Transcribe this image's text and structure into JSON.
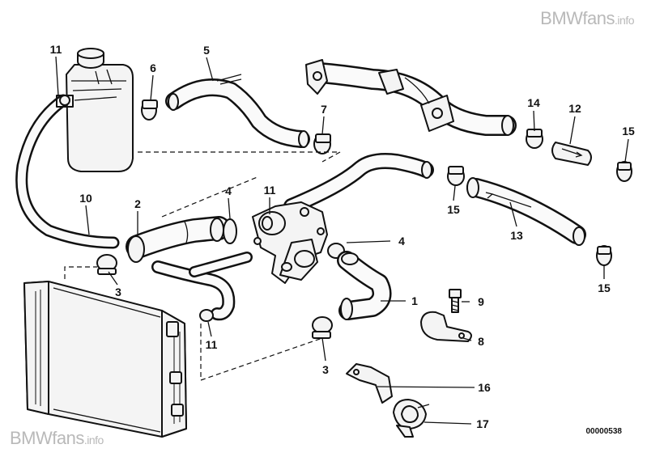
{
  "watermark": {
    "top_brand": "BMWfans",
    "top_suffix": ".info",
    "bottom_brand": "BMWfans",
    "bottom_suffix": ".info"
  },
  "diagram_code": "00000538",
  "callouts": {
    "c1": "1",
    "c2": "2",
    "c3a": "3",
    "c3b": "3",
    "c4a": "4",
    "c4b": "4",
    "c5": "5",
    "c6": "6",
    "c7": "7",
    "c8": "8",
    "c9": "9",
    "c10": "10",
    "c11a": "11",
    "c11b": "11",
    "c11c": "11",
    "c12": "12",
    "c13": "13",
    "c14": "14",
    "c15a": "15",
    "c15b": "15",
    "c15c": "15",
    "c16": "16",
    "c17": "17"
  }
}
